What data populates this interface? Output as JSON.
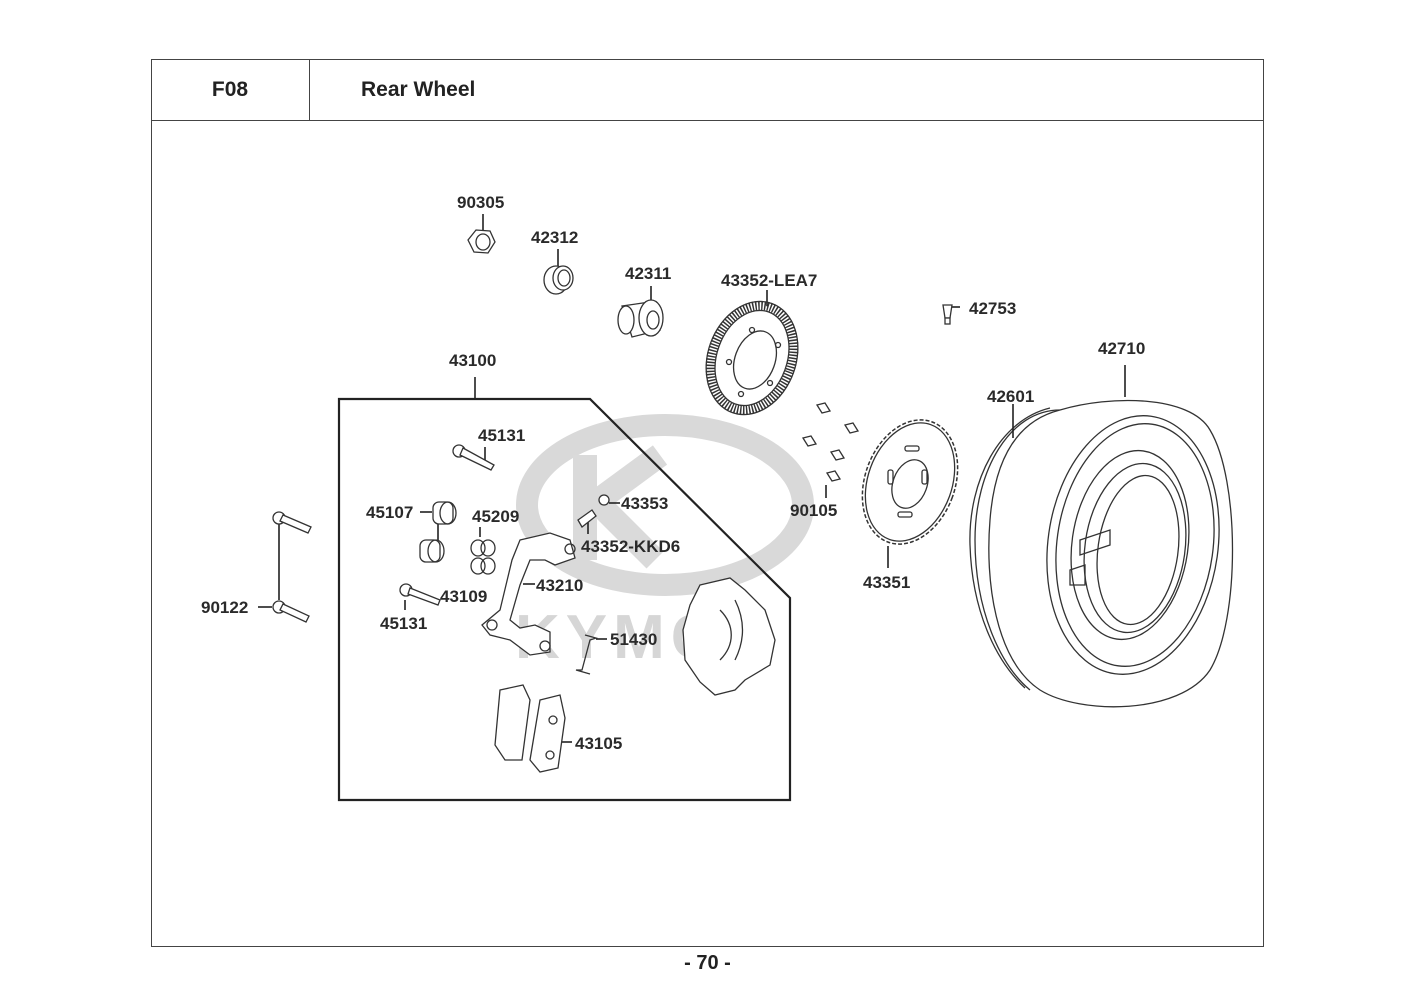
{
  "header": {
    "section_code": "F08",
    "section_title": "Rear Wheel"
  },
  "watermark": {
    "brand": "KYMCO"
  },
  "parts": [
    {
      "id": "p-90305",
      "number": "90305"
    },
    {
      "id": "p-42312",
      "number": "42312"
    },
    {
      "id": "p-42311",
      "number": "42311"
    },
    {
      "id": "p-43352-lea7",
      "number": "43352-LEA7"
    },
    {
      "id": "p-42753",
      "number": "42753"
    },
    {
      "id": "p-42710",
      "number": "42710"
    },
    {
      "id": "p-42601",
      "number": "42601"
    },
    {
      "id": "p-43100",
      "number": "43100"
    },
    {
      "id": "p-45131-top",
      "number": "45131"
    },
    {
      "id": "p-45107",
      "number": "45107"
    },
    {
      "id": "p-45209",
      "number": "45209"
    },
    {
      "id": "p-43353",
      "number": "43353"
    },
    {
      "id": "p-43352-kkd6",
      "number": "43352-KKD6"
    },
    {
      "id": "p-43210",
      "number": "43210"
    },
    {
      "id": "p-43109",
      "number": "43109"
    },
    {
      "id": "p-45131-bottom",
      "number": "45131"
    },
    {
      "id": "p-51430",
      "number": "51430"
    },
    {
      "id": "p-43105",
      "number": "43105"
    },
    {
      "id": "p-90122",
      "number": "90122"
    },
    {
      "id": "p-90105",
      "number": "90105"
    },
    {
      "id": "p-43351",
      "number": "43351"
    }
  ],
  "footer": {
    "page_number": "- 70 -"
  }
}
